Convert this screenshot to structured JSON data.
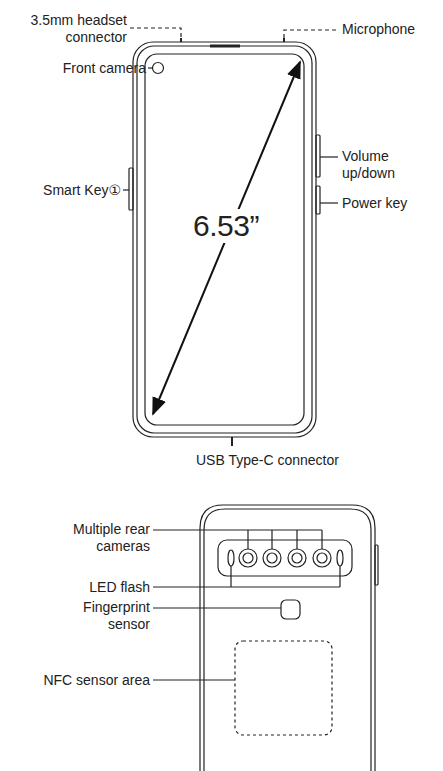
{
  "diagram": {
    "labels": [
      "3.5mm headset connector",
      "Microphone",
      "Front camera",
      "Smart Key①",
      "Volume up/down",
      "Power key",
      "6.53”",
      "USB Type-C connector",
      "Multiple rear cameras",
      "LED flash",
      "Fingerprint sensor",
      "NFC sensor area"
    ]
  }
}
